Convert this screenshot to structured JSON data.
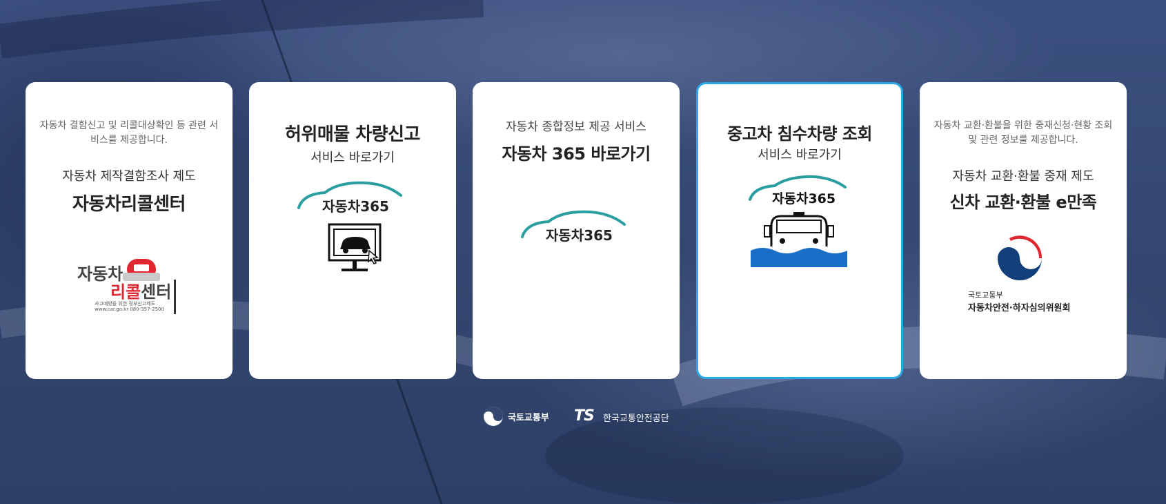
{
  "cards": [
    {
      "description": "자동차 결함신고 및 리콜대상확인 등 관련 서비스를 제공합니다.",
      "subtitle": "자동차 제작결함조사 제도",
      "title": "자동차리콜센터",
      "logo": {
        "line1": "자동차",
        "line2a": "리콜",
        "line2b": "센터",
        "small1": "사고예방을 위한 정부신고제도",
        "small2": "www.car.go.kr  080-357-2500"
      }
    },
    {
      "title": "허위매물 차량신고",
      "subtitle": "서비스 바로가기",
      "logo_text": "자동차365"
    },
    {
      "description": "자동차 종합정보 제공 서비스",
      "title": "자동차 365 바로가기",
      "logo_text": "자동차365"
    },
    {
      "title": "중고차 침수차량 조회",
      "subtitle": "서비스 바로가기",
      "logo_text": "자동차365"
    },
    {
      "description": "자동차 교환·환불을 위한 중재신청·현황 조회 및 관련 정보를 제공합니다.",
      "subtitle": "자동차 교환·환불 중재 제도",
      "title": "신차 교환·환불 e만족",
      "logo": {
        "org_small": "국토교통부",
        "org_name": "자동차안전·하자심의위원회"
      }
    }
  ],
  "footer": {
    "ministry": "국토교통부",
    "ts_mark": "TS",
    "ts_name": "한국교통안전공단"
  },
  "colors": {
    "card_active_border": "#29a8e8",
    "recall_red": "#e0262f",
    "logo_teal": "#2a9da0",
    "water_blue": "#1a6ec8"
  }
}
